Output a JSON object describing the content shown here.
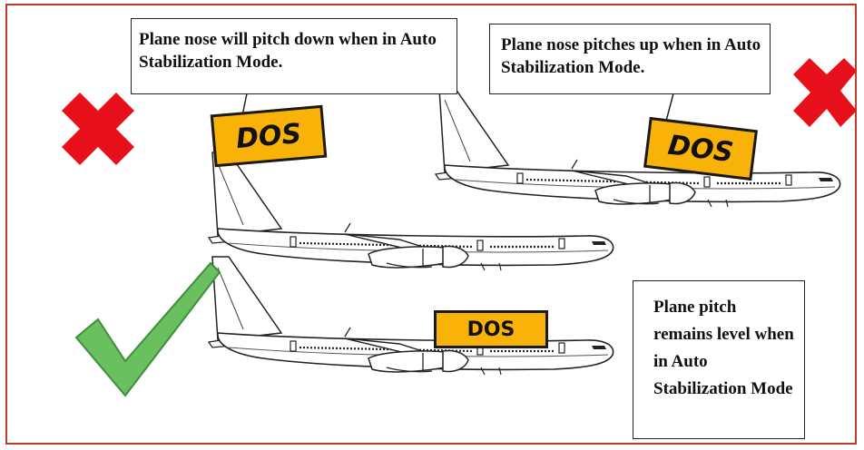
{
  "callouts": {
    "top_left": "Plane nose will pitch down when in Auto Stabilization Mode.",
    "top_right": "Plane nose pitches up when in Auto Stabilization Mode.",
    "bottom_right": "Plane pitch remains level when in Auto Stabilization Mode"
  },
  "badges": {
    "left": "DOS",
    "right": "DOS",
    "middle": "DOS"
  },
  "icons": {
    "wrong_left": "x-mark-icon",
    "wrong_right": "x-mark-icon",
    "correct": "check-mark-icon"
  },
  "colors": {
    "frame_border": "#c0392b",
    "x_mark": "#e8101a",
    "check_fill": "#6abf5e",
    "check_stroke": "#3e8e3a",
    "badge_fill": "#f8b208"
  }
}
